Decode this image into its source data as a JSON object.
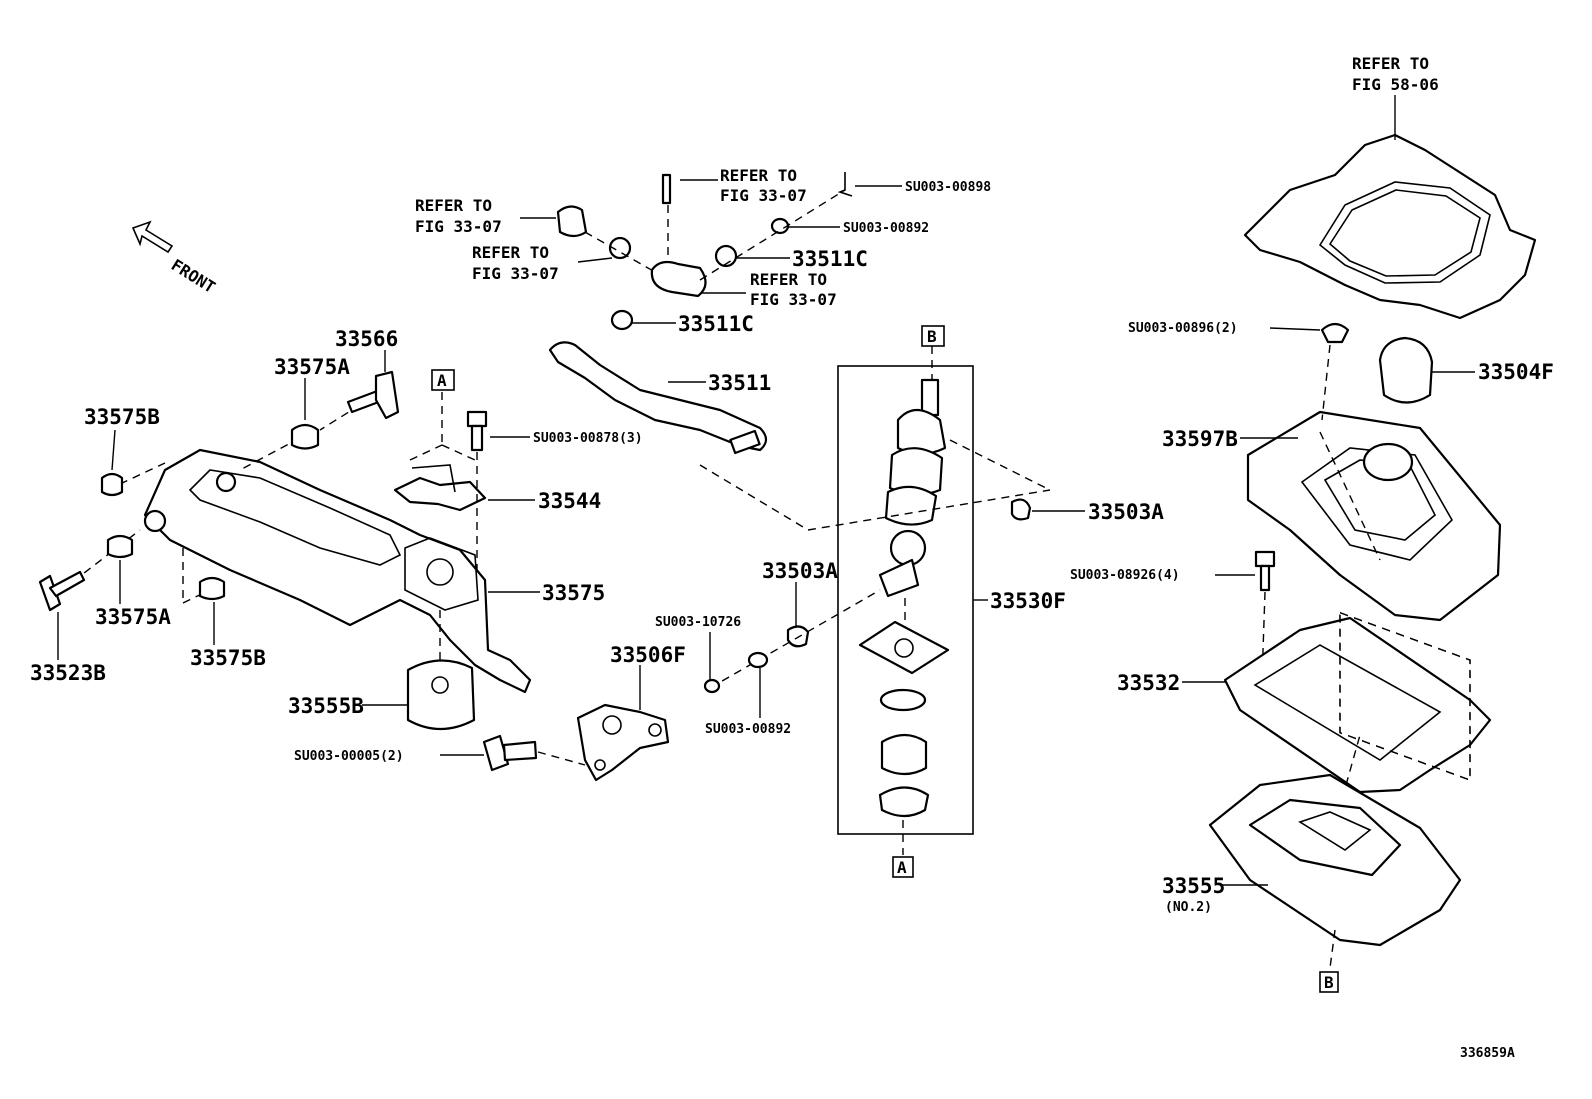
{
  "front_label": "FRONT",
  "figure_id": "336859A",
  "refs": {
    "fig_58_06_line1": "REFER TO",
    "fig_58_06_line2": "FIG 58-06",
    "fig_33_07_line1": "REFER TO",
    "fig_33_07_line2": "FIG 33-07"
  },
  "markers": {
    "a": "A",
    "b": "B"
  },
  "parts": {
    "p33566": "33566",
    "p33575A_top": "33575A",
    "p33575B_top": "33575B",
    "p33575A_bottom": "33575A",
    "p33575B_bottom": "33575B",
    "p33523B": "33523B",
    "p33575": "33575",
    "p33555B": "33555B",
    "su00005": "SU003-00005(2)",
    "su00878": "SU003-00878(3)",
    "p33544": "33544",
    "p33506F": "33506F",
    "p33511": "33511",
    "p33511C_1": "33511C",
    "p33511C_2": "33511C",
    "su00898": "SU003-00898",
    "su00892_top": "SU003-00892",
    "su10726": "SU003-10726",
    "su00892_bottom": "SU003-00892",
    "p33503A_left": "33503A",
    "p33503A_right": "33503A",
    "p33530F": "33530F",
    "su00896": "SU003-00896(2)",
    "p33504F": "33504F",
    "p33597B": "33597B",
    "su08926": "SU003-08926(4)",
    "p33532": "33532",
    "p33555": "33555",
    "p33555_no2": "(NO.2)"
  }
}
